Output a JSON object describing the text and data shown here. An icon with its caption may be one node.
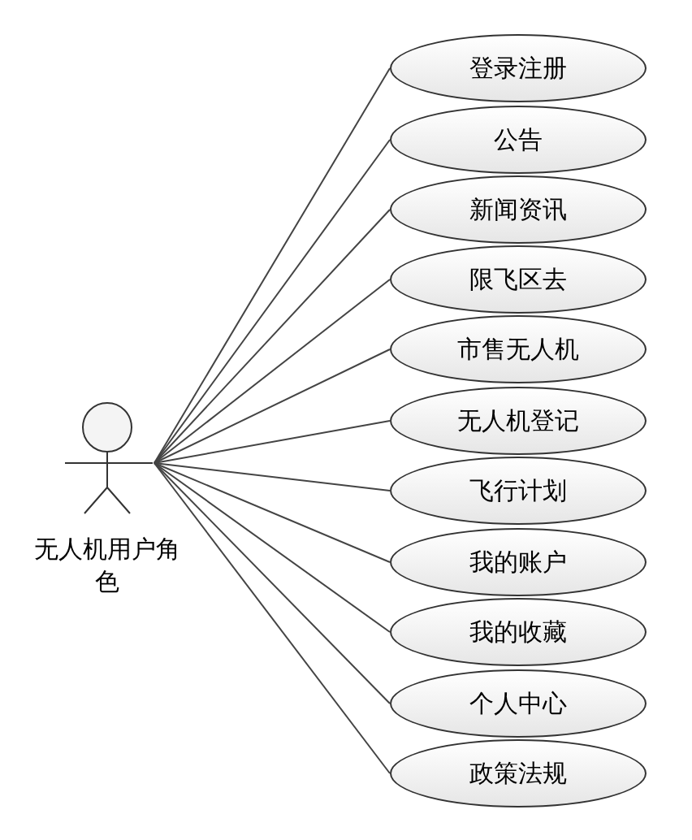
{
  "diagram": {
    "nodes": [
      {
        "text": [],
        "shape": "person",
        "beside": [
          "无人机用户角色"
        ]
      },
      {
        "text": [
          "登录注册"
        ]
      },
      {
        "text": [
          "公告"
        ]
      },
      {
        "text": [
          "新闻资讯"
        ]
      },
      {
        "text": [
          "限飞区去"
        ]
      },
      {
        "text": [
          "市售无人机"
        ]
      },
      {
        "text": [
          "无人机登记"
        ]
      },
      {
        "text": [
          "飞行计划"
        ]
      },
      {
        "text": [
          "我的账户"
        ]
      },
      {
        "text": [
          "我的收藏"
        ]
      },
      {
        "text": [
          "个人中心"
        ]
      },
      {
        "text": [
          "政策法规"
        ]
      }
    ],
    "edges": [
      {
        "from": 0,
        "to": 1,
        "arrow": "none"
      },
      {
        "from": 0,
        "to": 2,
        "arrow": "none"
      },
      {
        "from": 0,
        "to": 3,
        "arrow": "none"
      },
      {
        "from": 0,
        "to": 4,
        "arrow": "none"
      },
      {
        "from": 0,
        "to": 5,
        "arrow": "none"
      },
      {
        "from": 0,
        "to": 6,
        "arrow": "none"
      },
      {
        "from": 0,
        "to": 7,
        "arrow": "none"
      },
      {
        "from": 0,
        "to": 8,
        "arrow": "none"
      },
      {
        "from": 0,
        "to": 9,
        "arrow": "none"
      },
      {
        "from": 0,
        "to": 10,
        "arrow": "none"
      },
      {
        "from": 0,
        "to": 11,
        "arrow": "none"
      }
    ]
  }
}
